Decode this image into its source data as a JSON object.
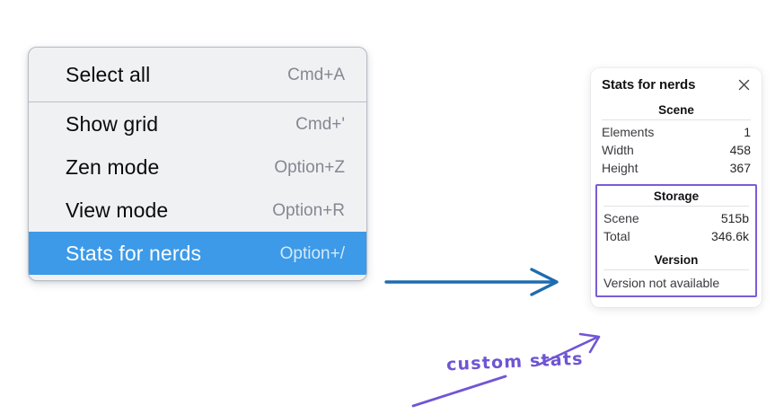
{
  "menu": {
    "groups": [
      {
        "items": [
          {
            "label": "Select all",
            "shortcut": "Cmd+A",
            "selected": false,
            "name": "menu-item-select-all"
          }
        ]
      },
      {
        "items": [
          {
            "label": "Show grid",
            "shortcut": "Cmd+'",
            "selected": false,
            "name": "menu-item-show-grid"
          },
          {
            "label": "Zen mode",
            "shortcut": "Option+Z",
            "selected": false,
            "name": "menu-item-zen-mode"
          },
          {
            "label": "View mode",
            "shortcut": "Option+R",
            "selected": false,
            "name": "menu-item-view-mode"
          },
          {
            "label": "Stats for nerds",
            "shortcut": "Option+/",
            "selected": true,
            "name": "menu-item-stats-for-nerds"
          }
        ]
      }
    ]
  },
  "stats_panel": {
    "title": "Stats for nerds",
    "close_icon": "close-icon",
    "scene": {
      "heading": "Scene",
      "rows": [
        {
          "key": "Elements",
          "value": "1"
        },
        {
          "key": "Width",
          "value": "458"
        },
        {
          "key": "Height",
          "value": "367"
        }
      ]
    },
    "storage": {
      "heading": "Storage",
      "rows": [
        {
          "key": "Scene",
          "value": "515b"
        },
        {
          "key": "Total",
          "value": "346.6k"
        }
      ]
    },
    "version": {
      "heading": "Version",
      "text": "Version not available"
    }
  },
  "annotations": {
    "custom_stats_label": "custom stats",
    "arrow_blue_color": "#1f6cb0",
    "arrow_purple_color": "#7255d6"
  },
  "colors": {
    "menu_background": "#f0f1f3",
    "menu_border": "#b6bcc4",
    "menu_highlight": "#3c9ae8",
    "menu_shortcut_text": "#838892",
    "panel_background": "#ffffff",
    "custom_box_border": "#7b5cd6",
    "annotation_purple": "#6f55d3",
    "annotation_blue": "#1f6cb0"
  }
}
